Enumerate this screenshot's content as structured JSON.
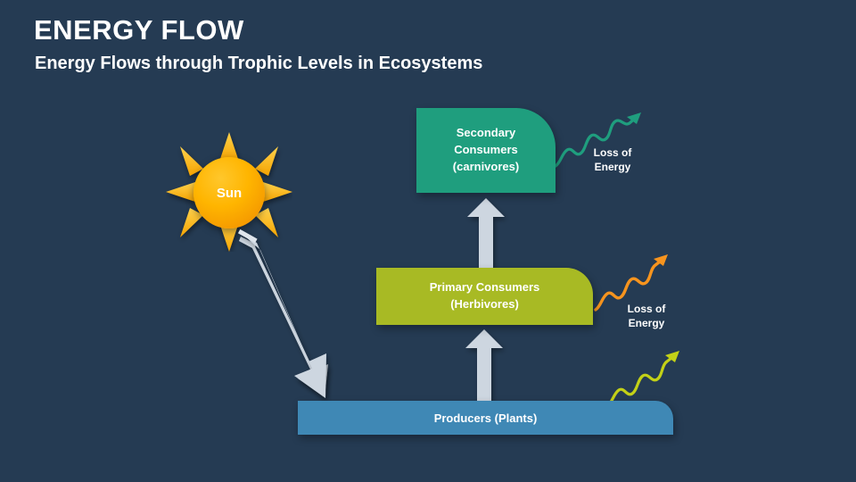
{
  "header": {
    "title": "ENERGY FLOW",
    "subtitle": "Energy Flows through Trophic Levels in Ecosystems"
  },
  "colors": {
    "background": "#253b53",
    "sun": "#ffb500",
    "secondary_consumers": "#1f9e7e",
    "primary_consumers": "#a8ba24",
    "producers": "#3f88b5",
    "arrow_gray": "#cdd6e0",
    "squiggle_teal": "#1f9e7e",
    "squiggle_orange": "#f7941e",
    "squiggle_yellowgreen": "#c3d117",
    "text": "#ffffff"
  },
  "diagram": {
    "sun": {
      "label": "Sun",
      "ray_count": 8
    },
    "levels": [
      {
        "id": "secondary",
        "line1": "Secondary",
        "line2": "Consumers",
        "line3": "(carnivores)",
        "color": "#1f9e7e"
      },
      {
        "id": "primary",
        "line1": "Primary Consumers",
        "line2": "(Herbivores)",
        "color": "#a8ba24"
      },
      {
        "id": "producers",
        "line1": "Producers (Plants)",
        "color": "#3f88b5"
      }
    ],
    "loss_labels": [
      {
        "id": "loss-secondary",
        "line1": "Loss of",
        "line2": "Energy"
      },
      {
        "id": "loss-primary",
        "line1": "Loss of",
        "line2": "Energy"
      }
    ]
  }
}
